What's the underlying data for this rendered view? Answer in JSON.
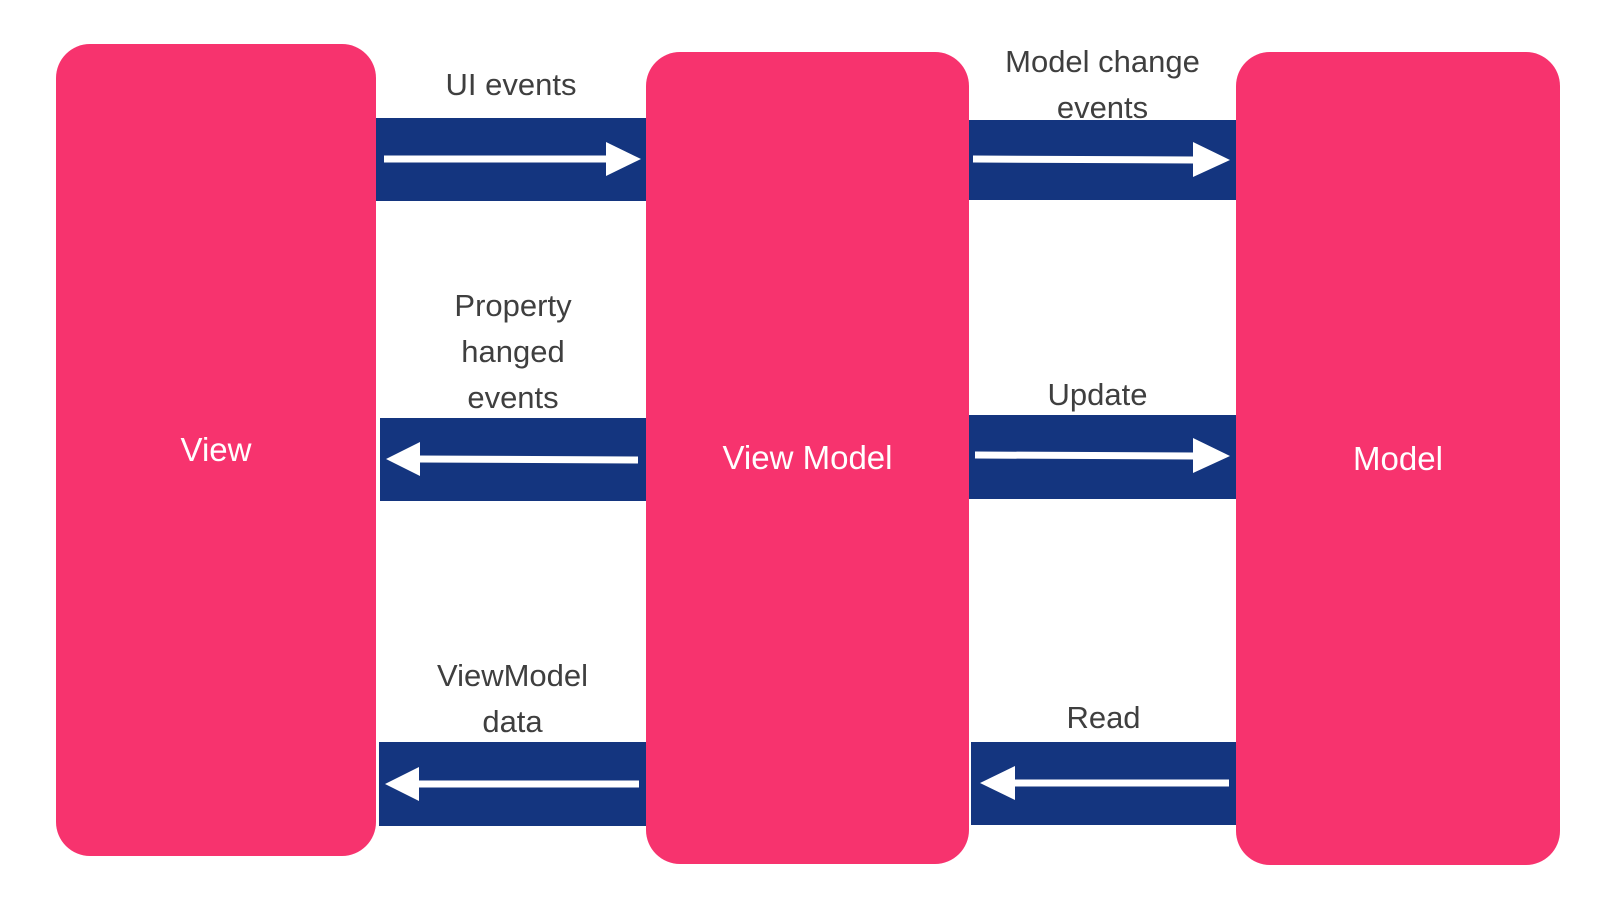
{
  "colors": {
    "node": "#F7336E",
    "band": "#14357F",
    "arrow": "#FFFFFF",
    "text": "#3F3F3F"
  },
  "nodes": {
    "view": "View",
    "view_model": "View Model",
    "model": "Model"
  },
  "connections": [
    {
      "label": "UI events",
      "direction": "right"
    },
    {
      "label": "Property\nhanged\nevents",
      "direction": "left"
    },
    {
      "label": "ViewModel\ndata",
      "direction": "left"
    },
    {
      "label": "Model change\nevents",
      "direction": "right"
    },
    {
      "label": "Update",
      "direction": "right"
    },
    {
      "label": "Read",
      "direction": "left"
    }
  ]
}
